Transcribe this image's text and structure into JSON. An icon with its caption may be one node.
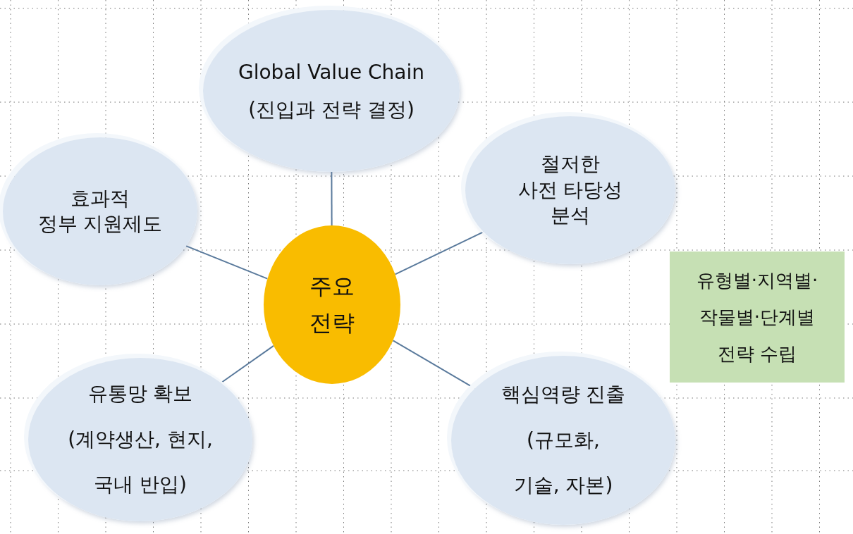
{
  "diagram": {
    "nodes": [
      {
        "text": [
          "주요 전략"
        ]
      },
      {
        "text": [
          "Global Value Chain",
          "(진입과 전략 결정)"
        ]
      },
      {
        "text": [
          "효과적 정부 지원제도"
        ]
      },
      {
        "text": [
          "철저한 사전 타당성 분석"
        ]
      },
      {
        "text": [
          "유통망 확보",
          "(계약생산, 현지, 국내 반입)"
        ]
      },
      {
        "text": [
          "핵심역량 진출",
          "(규모화, 기술, 자본)"
        ]
      },
      {
        "text": [
          "유형별·지역별· 작물별·단계별 전략 수립"
        ]
      }
    ],
    "edges": [
      {
        "from": 0,
        "to": 1,
        "arrow": "none"
      },
      {
        "from": 0,
        "to": 2,
        "arrow": "none"
      },
      {
        "from": 0,
        "to": 3,
        "arrow": "none"
      },
      {
        "from": 0,
        "to": 4,
        "arrow": "none"
      },
      {
        "from": 0,
        "to": 5,
        "arrow": "none"
      }
    ]
  }
}
